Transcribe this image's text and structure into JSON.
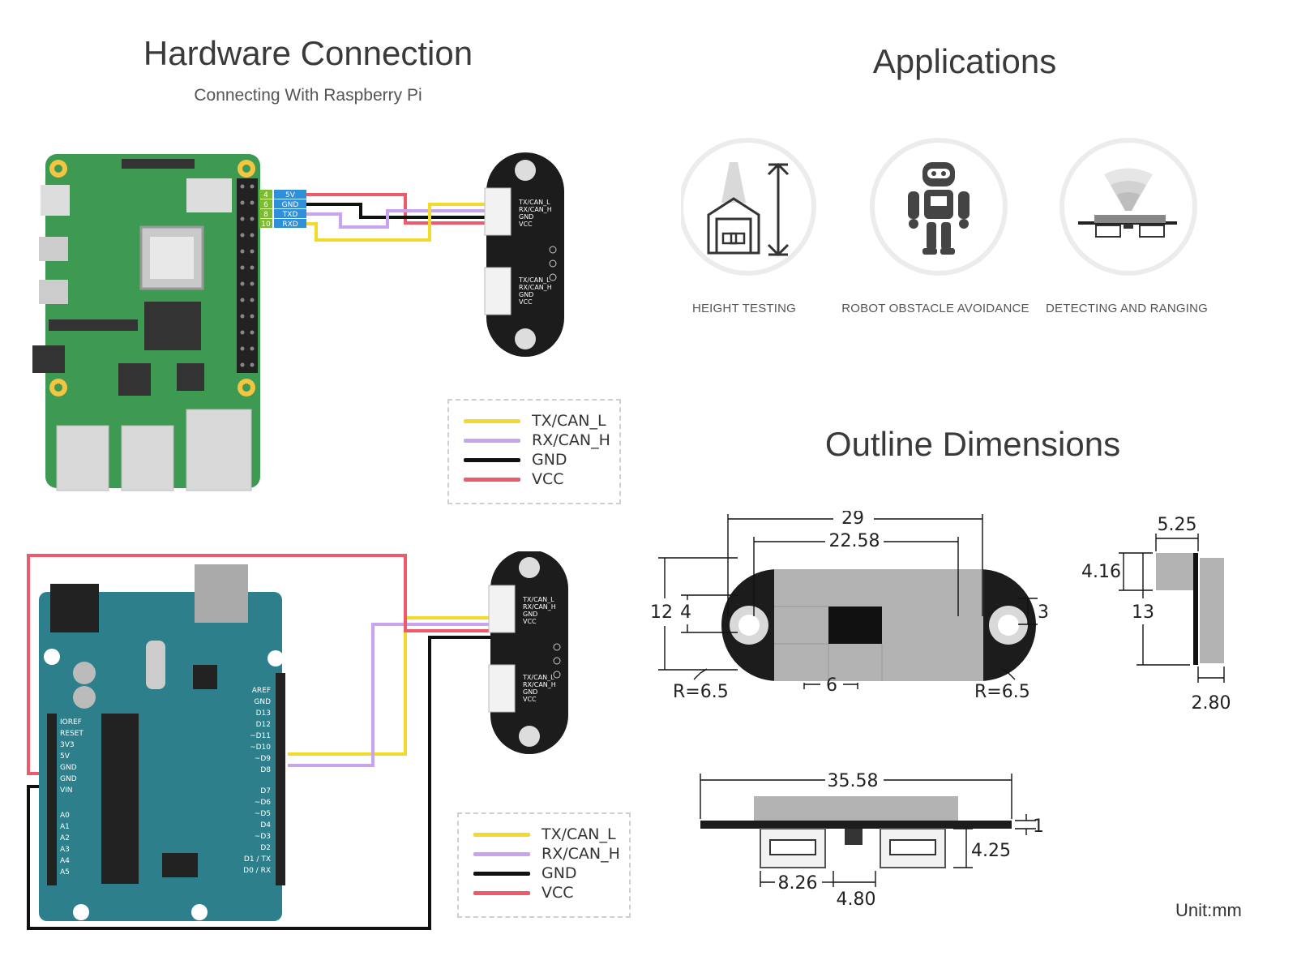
{
  "hardware": {
    "title": "Hardware Connection",
    "subtitle": "Connecting With Raspberry Pi"
  },
  "applications": {
    "title": "Applications",
    "items": [
      {
        "label": "HEIGHT TESTING",
        "icon": "height-testing-icon"
      },
      {
        "label": "ROBOT OBSTACLE AVOIDANCE",
        "icon": "robot-icon"
      },
      {
        "label": "DETECTING AND RANGING",
        "icon": "ranging-icon"
      }
    ]
  },
  "outline": {
    "title": "Outline Dimensions",
    "unit": "Unit:mm",
    "dims": {
      "total_width": "29",
      "hole_spacing": "22.58",
      "height": "12",
      "inner_height": "4",
      "hole_dia": "3",
      "radius_left": "R=6.5",
      "radius_right": "R=6.5",
      "sensor_width": "6",
      "side_depth": "5.25",
      "side_offset": "4.16",
      "side_height": "13",
      "side_thick": "2.80",
      "bottom_width": "35.58",
      "pcb_thick": "1",
      "conn_height": "4.25",
      "conn_width": "8.26",
      "conn_gap": "4.80"
    }
  },
  "pi_pins": [
    {
      "num": "4",
      "name": "5V"
    },
    {
      "num": "6",
      "name": "GND"
    },
    {
      "num": "8",
      "name": "TXD"
    },
    {
      "num": "10",
      "name": "RXD"
    }
  ],
  "module_labels": [
    "TX/CAN_L",
    "RX/CAN_H",
    "GND",
    "VCC"
  ],
  "arduino_left_pins": [
    "IOREF",
    "RESET",
    "3V3",
    "5V",
    "GND",
    "GND",
    "VIN",
    "A0",
    "A1",
    "A2",
    "A3",
    "A4",
    "A5"
  ],
  "arduino_right_pins": [
    "AREF",
    "GND",
    "D13",
    "D12",
    "~D11",
    "~D10",
    "~D9",
    "D8",
    "D7",
    "~D6",
    "~D5",
    "D4",
    "~D3",
    "D2",
    "D1 / TX",
    "D0 / RX"
  ],
  "legend": [
    {
      "label": "TX/CAN_L",
      "color": "#f2d92a"
    },
    {
      "label": "RX/CAN_H",
      "color": "#c9a3ec"
    },
    {
      "label": "GND",
      "color": "#111111"
    },
    {
      "label": "VCC",
      "color": "#ef5a6a"
    }
  ],
  "colors": {
    "pi_board": "#3e9a53",
    "arduino_board": "#2e7f8c",
    "module": "#1c1c1c",
    "pin_blue": "#2f8fd8",
    "pin_green": "#7bbd2f"
  }
}
